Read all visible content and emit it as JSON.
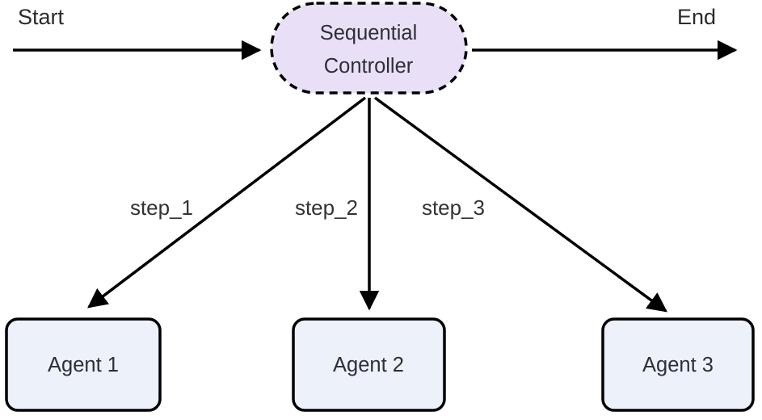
{
  "diagram": {
    "start_label": "Start",
    "end_label": "End",
    "controller": {
      "line1": "Sequential",
      "line2": "Controller"
    },
    "agents": [
      {
        "label": "Agent 1"
      },
      {
        "label": "Agent 2"
      },
      {
        "label": "Agent 3"
      }
    ],
    "edges": [
      {
        "label": "step_1"
      },
      {
        "label": "step_2"
      },
      {
        "label": "step_3"
      }
    ],
    "colors": {
      "background": "#FFFFFF",
      "stroke": "#000000",
      "controller_fill": "#E9E0F7",
      "agent_fill": "#ECF1FA",
      "node_text": "#2E2E38",
      "edge_label_text": "#333333"
    }
  }
}
